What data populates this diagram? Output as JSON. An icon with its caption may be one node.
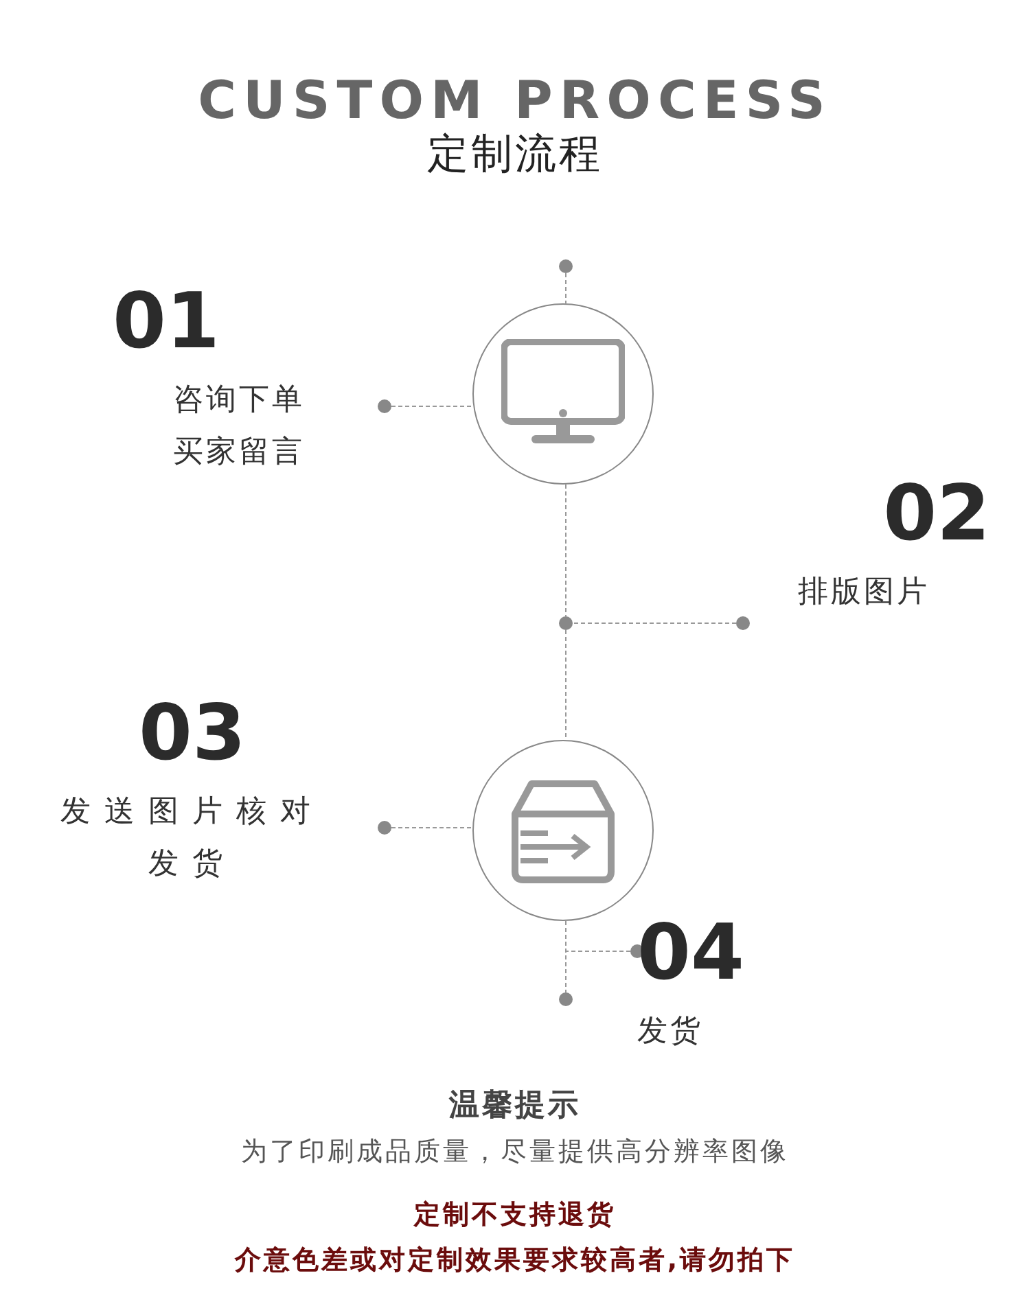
{
  "diagram": {
    "title": "CUSTOM PROCESS",
    "nodes": [
      {
        "text": [],
        "shape": "circle"
      },
      {
        "text": [
          "01",
          "咨询下单",
          "买家留言"
        ]
      },
      {
        "text": [],
        "shape": "circle"
      },
      {
        "text": [
          "02",
          "排版图片"
        ]
      },
      {
        "text": [],
        "shape": "circle"
      },
      {
        "text": [
          "03",
          "发送图片核对",
          "发货"
        ]
      },
      {
        "text": [],
        "shape": "circle"
      },
      {
        "text": [
          "04",
          "发货"
        ]
      },
      {
        "text": [],
        "shape": "circle"
      }
    ],
    "edges": [
      {
        "from": 0,
        "to": 2,
        "arrow": "none",
        "style": "dashed"
      },
      {
        "from": 1,
        "to": 2,
        "arrow": "other",
        "style": "dashed"
      },
      {
        "from": 2,
        "to": 4,
        "arrow": "none",
        "style": "dashed"
      },
      {
        "from": 3,
        "to": 4,
        "arrow": "other",
        "style": "dashed"
      },
      {
        "from": 4,
        "to": 6,
        "arrow": "none",
        "style": "dashed"
      },
      {
        "from": 5,
        "to": 6,
        "arrow": "other",
        "style": "dashed"
      },
      {
        "from": 6,
        "to": 8,
        "arrow": "none",
        "style": "dashed"
      },
      {
        "from": 7,
        "to": null,
        "arrow": "other",
        "style": "dashed"
      }
    ],
    "labels": [
      "定制流程",
      "温馨提示",
      "为了印刷成品质量，尽量提供高分辨率图像",
      "定制不支持退货",
      "介意色差或对定制效果要求较高者,请勿拍下"
    ]
  }
}
